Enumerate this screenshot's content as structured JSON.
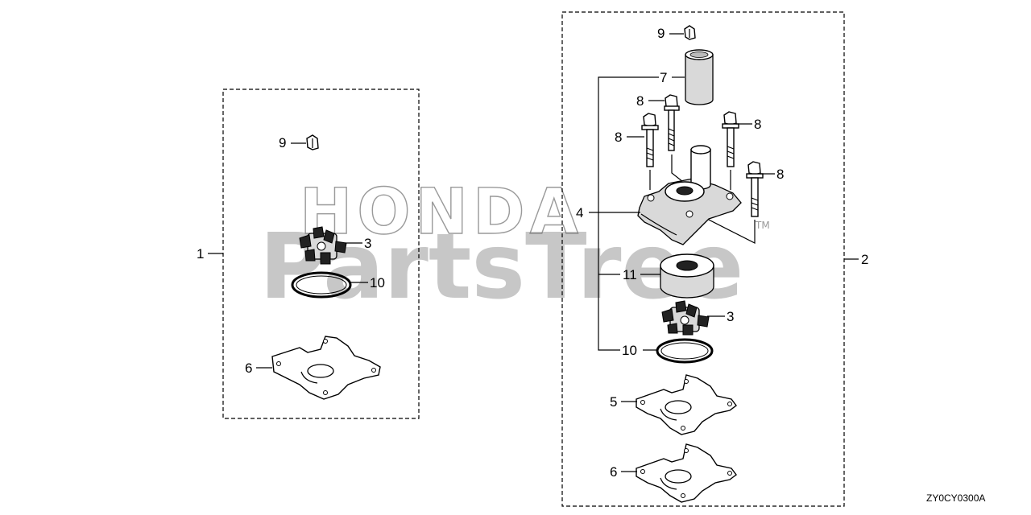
{
  "watermark": {
    "top": "HONDA",
    "main": "PartsTree",
    "tm": "TM"
  },
  "diagram_code": "ZY0CY0300A",
  "kits": {
    "left": {
      "number": "1"
    },
    "right": {
      "number": "2"
    }
  },
  "left_callouts": {
    "clip": "9",
    "impeller": "3",
    "oring": "10",
    "gasket": "6"
  },
  "right_callouts": {
    "clip": "9",
    "tube": "7",
    "bolt_top": "8",
    "bolt_left": "8",
    "bolt_right": "8",
    "bolt_lower_right": "8",
    "housing": "4",
    "liner": "11",
    "impeller": "3",
    "oring": "10",
    "plate": "5",
    "gasket": "6"
  }
}
